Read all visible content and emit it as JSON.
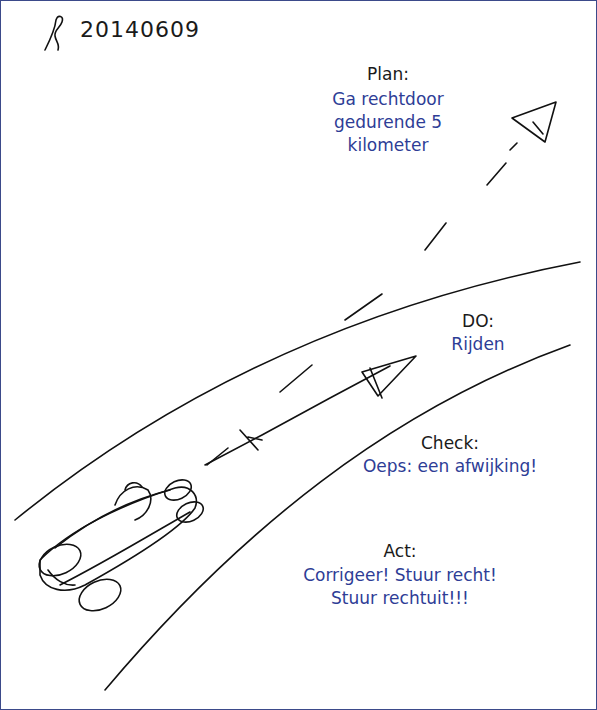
{
  "diagram": {
    "labels": [
      "20140609",
      "Plan:",
      "Ga rechtdoor gedurende 5 kilometer",
      "DO:",
      "Rijden",
      "Check:",
      "Oeps: een afwijking!",
      "Act:",
      "Corrigeer! Stuur recht! Stuur rechtuit!!!"
    ]
  }
}
